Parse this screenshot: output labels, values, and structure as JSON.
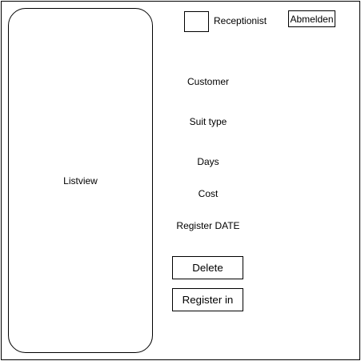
{
  "listview": {
    "label": "Listview"
  },
  "header": {
    "role": "Receptionist",
    "logout_label": "Abmelden",
    "avatar_icon": "placeholder-box-icon"
  },
  "form": {
    "labels": {
      "customer": "Customer",
      "suit_type": "Suit type",
      "days": "Days",
      "cost": "Cost",
      "register_date": "Register DATE"
    }
  },
  "actions": {
    "delete_label": "Delete",
    "register_label": "Register in"
  }
}
